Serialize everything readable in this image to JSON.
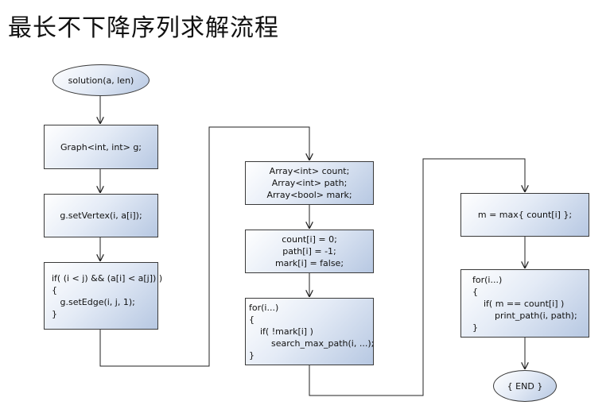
{
  "title": "最长不下降序列求解流程",
  "nodes": {
    "start": [
      "solution(a, len)"
    ],
    "graph_decl": [
      "Graph<int, int> g;"
    ],
    "set_vertex": [
      "g.setVertex(i, a[i]);"
    ],
    "if_edge": [
      "if( (i < j) && (a[i] < a[j]) )",
      "{",
      "   g.setEdge(i, j, 1);",
      "}"
    ],
    "array_decl": [
      "Array<int> count;",
      "Array<int> path;",
      "Array<bool> mark;"
    ],
    "init": [
      "count[i] = 0;",
      "path[i] = -1;",
      "mark[i] = false;"
    ],
    "for_search": [
      "for(i...)",
      "{",
      "    if( !mark[i] )",
      "        search_max_path(i, ...);",
      "}"
    ],
    "max_count": [
      "m = max{ count[i] };"
    ],
    "for_print": [
      "for(i...)",
      "{",
      "    if( m == count[i] )",
      "        print_path(i, path);",
      "}"
    ],
    "end": [
      "{ END }"
    ]
  }
}
